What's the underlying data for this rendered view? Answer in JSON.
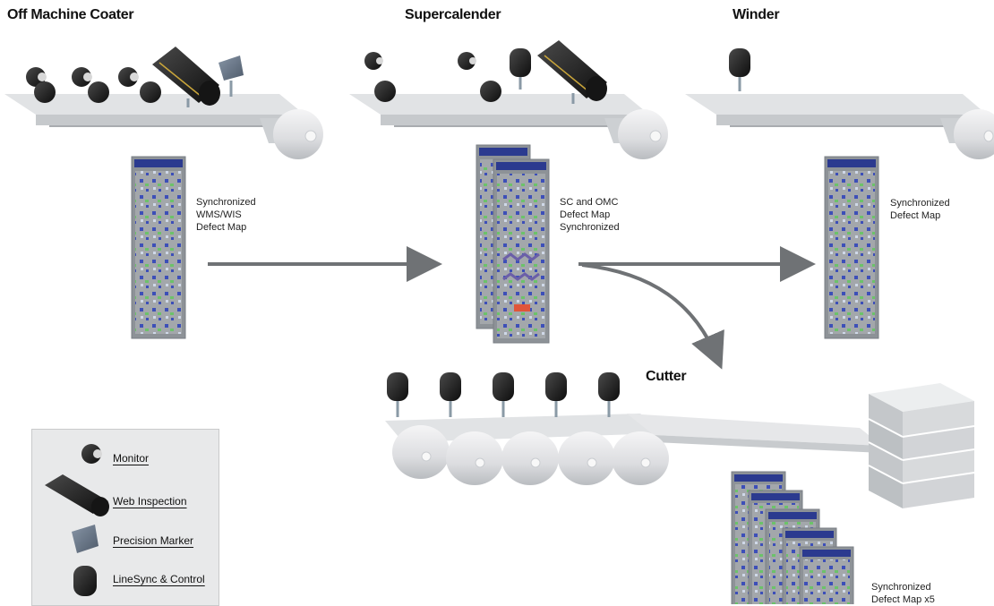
{
  "stages": {
    "omc": {
      "title": "Off Machine Coater",
      "caption": [
        "Synchronized",
        "WMS/WIS",
        "Defect Map"
      ]
    },
    "supercalender": {
      "title": "Supercalender",
      "caption": [
        "SC and OMC",
        "Defect Map",
        "Synchronized"
      ]
    },
    "winder": {
      "title": "Winder",
      "caption": [
        "Synchronized",
        "Defect Map"
      ]
    },
    "cutter": {
      "title": "Cutter",
      "caption": [
        "Synchronized",
        "Defect Map x5"
      ]
    }
  },
  "legend": {
    "items": [
      {
        "label": "Monitor",
        "icon": "monitor-icon"
      },
      {
        "label": "Web Inspection",
        "icon": "web-inspection-icon"
      },
      {
        "label": "Precision Marker",
        "icon": "precision-marker-icon"
      },
      {
        "label": "LineSync & Control",
        "icon": "linesync-control-icon"
      }
    ]
  },
  "colors": {
    "conveyor": "#d7d9db",
    "roller": "#e6e7e8",
    "arrow": "#6f7275",
    "device": "#1b1b1b",
    "panel_header": "#2b3a8f",
    "panel_body": "#9a9fa4",
    "legend_bg": "#e8e9ea"
  }
}
